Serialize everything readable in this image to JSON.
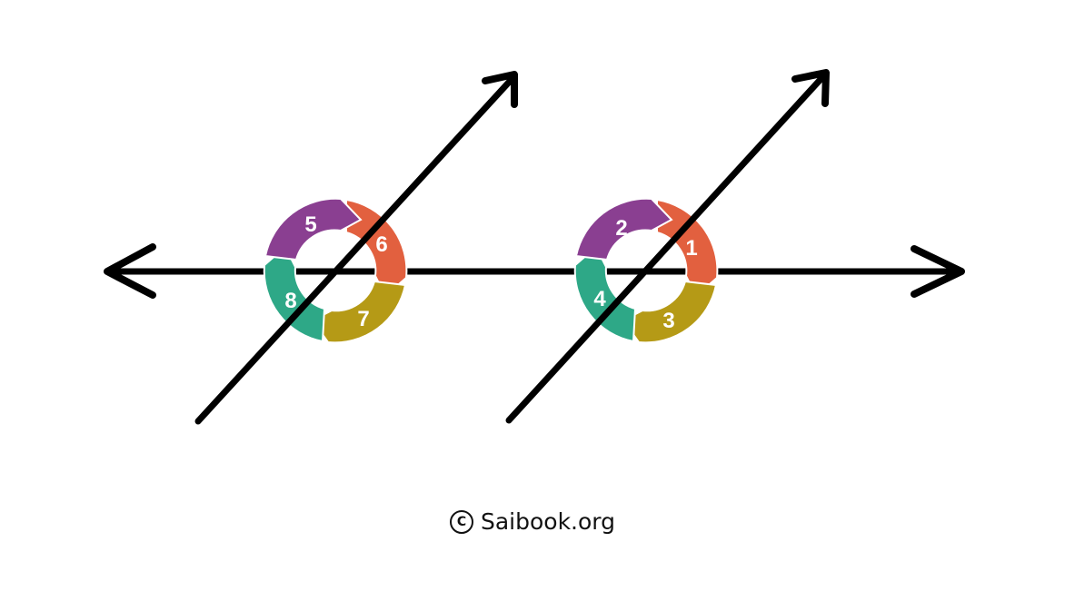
{
  "colors": {
    "line": "#000000",
    "angle_1_6": "#e2603f",
    "angle_2_5": "#8a3f91",
    "angle_3_7": "#b59a16",
    "angle_4_8": "#2ea887",
    "label": "#ffffff"
  },
  "angles": {
    "left": {
      "top_left": "5",
      "top_right": "6",
      "bottom_right": "7",
      "bottom_left": "8"
    },
    "right": {
      "top_left": "2",
      "top_right": "1",
      "bottom_right": "3",
      "bottom_left": "4"
    }
  },
  "credit": {
    "text": "Saibook.org",
    "icon": "copyright-icon"
  }
}
